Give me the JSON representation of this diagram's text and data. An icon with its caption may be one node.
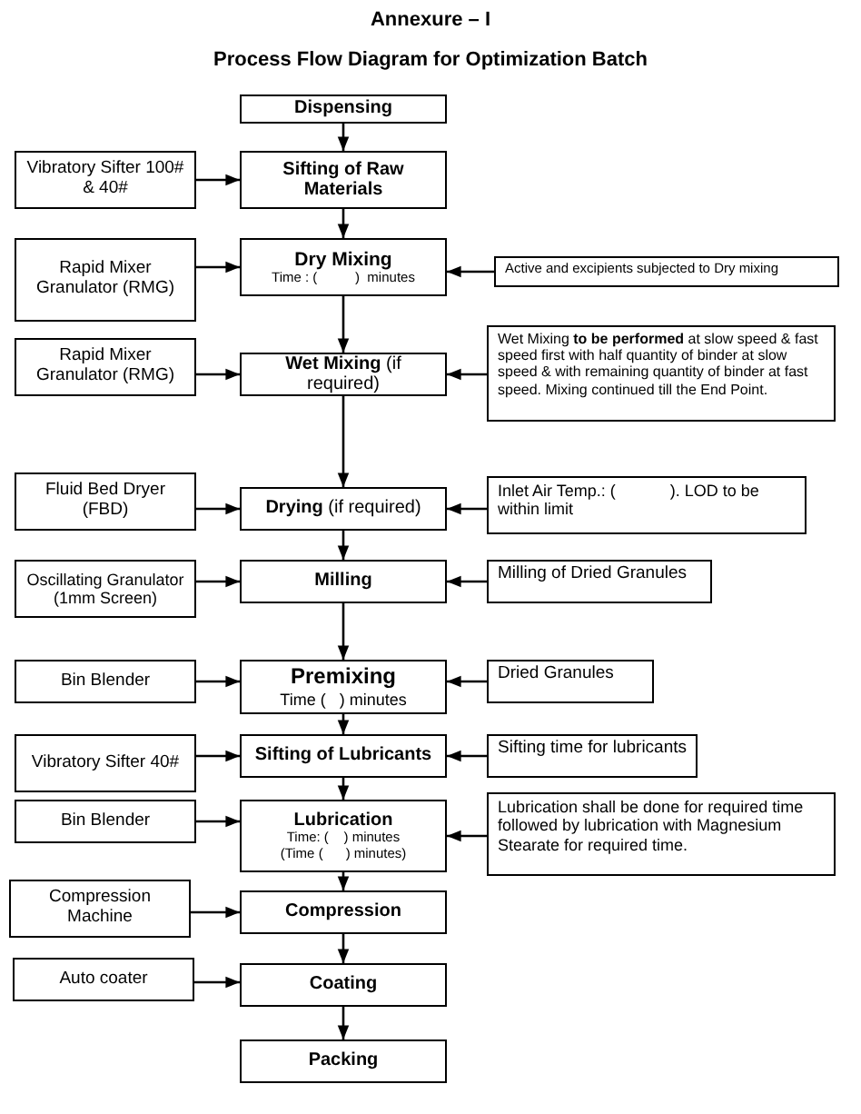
{
  "diagram": {
    "title": "Process Flow Diagram for Optimization Batch",
    "nodes": [
      {
        "text": [
          "Dispensing"
        ]
      },
      {
        "text": [
          "Vibratory Sifter 100# & 40#"
        ]
      },
      {
        "text": [
          "Sifting of Raw Materials"
        ]
      },
      {
        "text": [
          "Rapid Mixer Granulator (RMG)"
        ]
      },
      {
        "text": [
          "Dry Mixing",
          "Time : (          )  minutes"
        ]
      },
      {
        "text": [
          "Active and excipients subjected to Dry mixing"
        ]
      },
      {
        "text": [
          "Rapid Mixer Granulator (RMG)"
        ]
      },
      {
        "text": [
          "**Wet Mixing** (if required)"
        ]
      },
      {
        "text": [
          "Wet Mixing **to be performed** at slow speed & fast speed first with half quantity of binder at slow speed & with remaining quantity of binder at fast speed. Mixing continued till the End Point."
        ]
      },
      {
        "text": [
          "Fluid Bed Dryer (FBD)"
        ]
      },
      {
        "text": [
          "**Drying** (if required)"
        ]
      },
      {
        "text": [
          "Inlet Air Temp.: (            ). LOD to be within limit"
        ]
      },
      {
        "text": [
          "Oscillating Granulator (1mm Screen)"
        ]
      },
      {
        "text": [
          "Milling"
        ]
      },
      {
        "text": [
          "Milling of Dried Granules"
        ]
      },
      {
        "text": [
          "Bin Blender"
        ]
      },
      {
        "text": [
          "Premixing",
          "Time (   ) minutes"
        ]
      },
      {
        "text": [
          "Dried Granules"
        ]
      },
      {
        "text": [
          "Vibratory Sifter 40#"
        ]
      },
      {
        "text": [
          "Sifting of Lubricants"
        ]
      },
      {
        "text": [
          "Sifting time for lubricants"
        ]
      },
      {
        "text": [
          "Bin Blender"
        ]
      },
      {
        "text": [
          "Lubrication",
          "Time: (    ) minutes",
          "(Time (      ) minutes)"
        ]
      },
      {
        "text": [
          "Lubrication shall be done for required time followed by lubrication with Magnesium Stearate for required time."
        ]
      },
      {
        "text": [
          "Compression Machine"
        ]
      },
      {
        "text": [
          "Compression"
        ]
      },
      {
        "text": [
          "Auto coater"
        ]
      },
      {
        "text": [
          "Coating"
        ]
      },
      {
        "text": [
          "Packing"
        ]
      }
    ],
    "edges": [
      {
        "from": 0,
        "to": 2,
        "arrow": "to"
      },
      {
        "from": 1,
        "to": 2,
        "arrow": "to"
      },
      {
        "from": 2,
        "to": 4,
        "arrow": "to"
      },
      {
        "from": 3,
        "to": 4,
        "arrow": "to"
      },
      {
        "from": 5,
        "to": 4,
        "arrow": "to"
      },
      {
        "from": 4,
        "to": 7,
        "arrow": "to"
      },
      {
        "from": 6,
        "to": 7,
        "arrow": "to"
      },
      {
        "from": 8,
        "to": 7,
        "arrow": "to"
      },
      {
        "from": 7,
        "to": 10,
        "arrow": "to"
      },
      {
        "from": 9,
        "to": 10,
        "arrow": "to"
      },
      {
        "from": 11,
        "to": 10,
        "arrow": "to"
      },
      {
        "from": 10,
        "to": 13,
        "arrow": "to"
      },
      {
        "from": 12,
        "to": 13,
        "arrow": "to"
      },
      {
        "from": 14,
        "to": 13,
        "arrow": "to"
      },
      {
        "from": 13,
        "to": 16,
        "arrow": "to"
      },
      {
        "from": 15,
        "to": 16,
        "arrow": "to"
      },
      {
        "from": 17,
        "to": 16,
        "arrow": "to"
      },
      {
        "from": 16,
        "to": 19,
        "arrow": "to"
      },
      {
        "from": 18,
        "to": 19,
        "arrow": "to"
      },
      {
        "from": 20,
        "to": 19,
        "arrow": "to"
      },
      {
        "from": 19,
        "to": 22,
        "arrow": "to"
      },
      {
        "from": 21,
        "to": 22,
        "arrow": "to"
      },
      {
        "from": 23,
        "to": 22,
        "arrow": "to"
      },
      {
        "from": 22,
        "to": 25,
        "arrow": "to"
      },
      {
        "from": 24,
        "to": 25,
        "arrow": "to"
      },
      {
        "from": 25,
        "to": 27,
        "arrow": "to"
      },
      {
        "from": 26,
        "to": 27,
        "arrow": "to"
      },
      {
        "from": 27,
        "to": 28,
        "arrow": "to"
      }
    ],
    "labels": [
      "Annexure – I"
    ]
  }
}
